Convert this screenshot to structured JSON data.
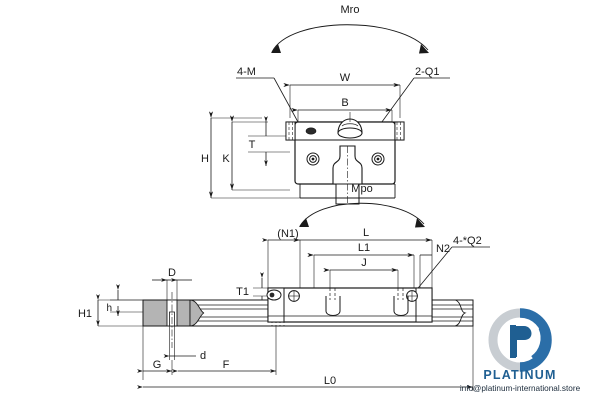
{
  "drawing": {
    "title": "Linear guide rail and carriage dimensional drawing",
    "background_color": "#ffffff",
    "line_color": "#1a1a1a",
    "metal_fill_color": "#b4b4b4",
    "views": {
      "front": "Front view of carriage block on rail",
      "side": "Side view of rail with carriage block"
    }
  },
  "labels": {
    "moment_top": "Mro",
    "moment_bottom": "Mpo",
    "mounting_holes_top": "4-M",
    "grease_nipple": "2-Q1",
    "width_overall": "W",
    "width_bolt": "B",
    "height_overall": "H",
    "height_block": "K",
    "thickness_top": "T",
    "length_overall": "L",
    "length_body": "L1",
    "hole_pitch": "J",
    "end_dim_left": "(N1)",
    "end_dim_right": "N2",
    "side_holes": "4-*Q2",
    "side_thickness": "T1",
    "rail_hole_counterbore": "D",
    "rail_hole_diameter": "d",
    "rail_counterbore_depth": "h",
    "rail_height": "H1",
    "rail_end_distance": "G",
    "rail_pitch": "F",
    "rail_total_length": "L0"
  },
  "watermark": {
    "brand": "PLATINUM",
    "email": "info@platinum-international.store",
    "logo_icon": "platinum-p-logo",
    "brand_color": "#1f5f92",
    "logo_gray": "#c8cdd2"
  }
}
